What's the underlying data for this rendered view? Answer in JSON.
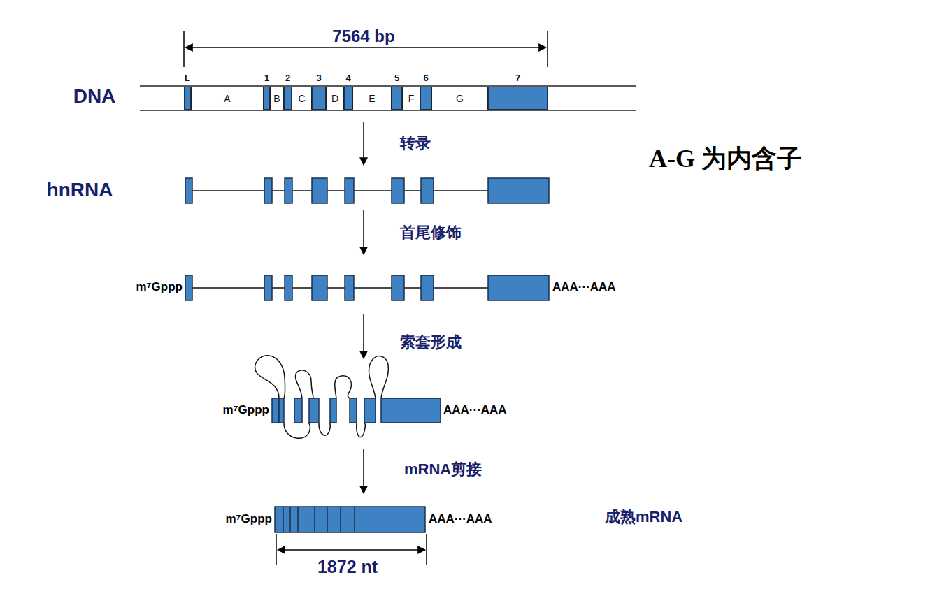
{
  "diagram": {
    "nodes": [
      {
        "text": [
          "L"
        ]
      },
      {
        "text": [
          "A"
        ]
      },
      {
        "text": [
          "1"
        ]
      },
      {
        "text": [
          "B"
        ]
      },
      {
        "text": [
          "2"
        ]
      },
      {
        "text": [
          "C"
        ]
      },
      {
        "text": [
          "3"
        ]
      },
      {
        "text": [
          "D"
        ]
      },
      {
        "text": [
          "4"
        ]
      },
      {
        "text": [
          "E"
        ]
      },
      {
        "text": [
          "5"
        ]
      },
      {
        "text": [
          "F"
        ]
      },
      {
        "text": [
          "6"
        ]
      },
      {
        "text": [
          "G"
        ]
      },
      {
        "text": [
          "7"
        ]
      }
    ],
    "labels": [
      "7564 bp",
      "DNA",
      "转录",
      "A-G 为内含子",
      "hnRNA",
      "首尾修饰",
      "m⁷Gppp",
      "AAA···AAA",
      "索套形成",
      "m⁷Gppp",
      "AAA···AAA",
      "mRNA剪接",
      "m⁷Gppp",
      "AAA···AAA",
      "成熟mRNA",
      "1872 nt"
    ]
  }
}
